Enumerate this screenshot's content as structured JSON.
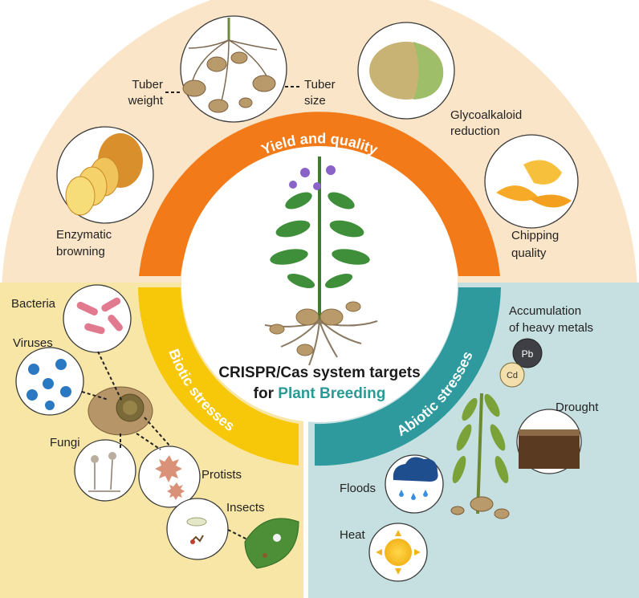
{
  "center": {
    "line1": "CRISPR/Cas system targets",
    "line2_prefix": "for ",
    "line2_highlight": "Plant Breeding"
  },
  "sections": {
    "yield": {
      "title": "Yield and quality",
      "labels": {
        "tuber_weight_1": "Tuber",
        "tuber_weight_2": "weight",
        "tuber_size_1": "Tuber",
        "tuber_size_2": "size",
        "glyco_1": "Glycoalkaloid",
        "glyco_2": "reduction",
        "browning_1": "Enzymatic",
        "browning_2": "browning",
        "chipping_1": "Chipping",
        "chipping_2": "quality"
      }
    },
    "biotic": {
      "title": "Biotic stresses",
      "labels": {
        "bacteria": "Bacteria",
        "viruses": "Viruses",
        "fungi": "Fungi",
        "protists": "Protists",
        "insects": "Insects"
      }
    },
    "abiotic": {
      "title": "Abiotic stresses",
      "labels": {
        "metals_1": "Accumulation",
        "metals_2": "of heavy metals",
        "pb": "Pb",
        "cd": "Cd",
        "drought": "Drought",
        "floods": "Floods",
        "heat": "Heat"
      }
    }
  },
  "colors": {
    "yield_bg": "#fbe5c8",
    "yield_ring": "#f27a18",
    "biotic_bg": "#f8e6a6",
    "biotic_ring": "#f7c70a",
    "abiotic_bg": "#c6e0e1",
    "abiotic_ring": "#2f9a9e",
    "highlight_text": "#2a9a94"
  }
}
